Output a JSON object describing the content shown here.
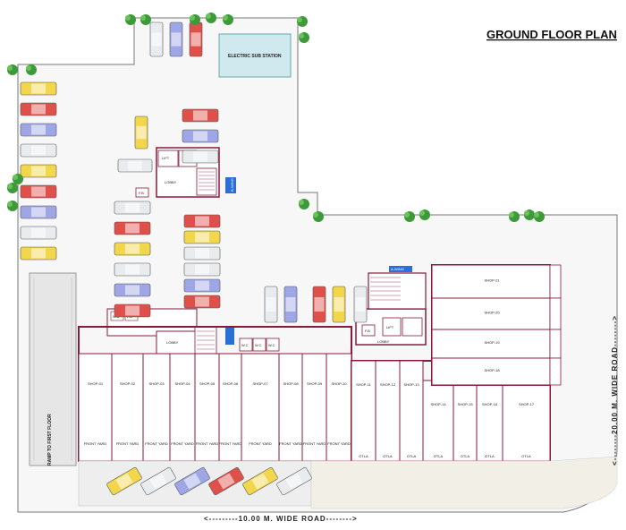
{
  "title": "GROUND FLOOR PLAN",
  "labels": {
    "electric_sub_station": "ELECTRIC SUB STATION",
    "ramp": "RAMP TO FIRST FLOOR",
    "road_bottom": "<---------10.00 M.  WIDE ROAD-------->",
    "road_right": "<--------20.00 M.  WIDE ROAD-------->",
    "a_wing": "A-WING",
    "b_wing": "B-WING",
    "lift": "LIFT",
    "lobby": "LOBBY",
    "fb": "F.B",
    "wc": "W.C",
    "front_yard": "FRONT YARD",
    "otla": "OTLA"
  },
  "shops_bottom": [
    {
      "name": "SHOP-01"
    },
    {
      "name": "SHOP-02"
    },
    {
      "name": "SHOP-03"
    },
    {
      "name": "SHOP-04"
    },
    {
      "name": "SHOP-05"
    },
    {
      "name": "SHOP-06"
    },
    {
      "name": "SHOP-07"
    },
    {
      "name": "SHOP-08"
    },
    {
      "name": "SHOP-09"
    },
    {
      "name": "SHOP-10"
    }
  ],
  "shops_mid": [
    {
      "name": "SHOP-11"
    },
    {
      "name": "SHOP-12"
    },
    {
      "name": "SHOP-13"
    },
    {
      "name": "SHOP-14"
    },
    {
      "name": "SHOP-15"
    },
    {
      "name": "SHOP-16"
    },
    {
      "name": "SHOP-17"
    }
  ],
  "shops_right": [
    {
      "name": "SHOP-21"
    },
    {
      "name": "SHOP-20"
    },
    {
      "name": "SHOP-19"
    },
    {
      "name": "SHOP-18"
    }
  ],
  "colors": {
    "wall": "#8b1a3a",
    "accent_box": "#cfe9ef",
    "car_red": "#e0504a",
    "car_yellow": "#f2d64b",
    "car_blue": "#9ea6e6",
    "car_white": "#e9ecef",
    "tree": "#3c9a3a"
  }
}
